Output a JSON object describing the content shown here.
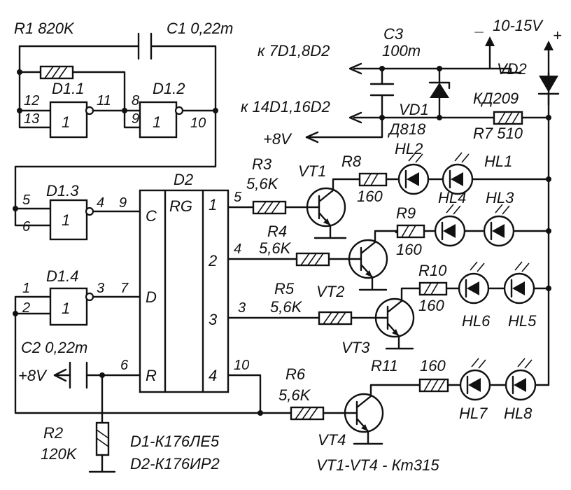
{
  "labels": {
    "r1": "R1 820K",
    "c1": "C1 0,22m",
    "d1_1": "D1.1",
    "d1_2": "D1.2",
    "d1_3": "D1.3",
    "d1_4": "D1.4",
    "gate_fn": "1",
    "d2": "D2",
    "d2_rg": "RG",
    "d2_c": "C",
    "d2_d": "D",
    "d2_r": "R",
    "c2": "C2 0,22m",
    "r2_name": "R2",
    "r2_val": "120K",
    "plus8v_left": "+8V",
    "plus8v_mid": "+8V",
    "c3": "C3",
    "c3_val": "100m",
    "to_7d1": "к 7D1,8D2",
    "to_14d1": "к 14D1,16D2",
    "vd1": "VD1",
    "vd1_type": "Д818",
    "supply": "10-15V",
    "minus": "_",
    "plus": "+",
    "vd2": "VD2",
    "vd2_type": "КД209",
    "r7": "R7 510",
    "r3": "R3",
    "r3_val": "5,6K",
    "r4": "R4",
    "r4_val": "5,6K",
    "r5": "R5",
    "r5_val": "5,6K",
    "r6": "R6",
    "r6_val": "5,6K",
    "r8": "R8",
    "r8_val": "160",
    "r9": "R9",
    "r9_val": "160",
    "r10": "R10",
    "r10_val": "160",
    "r11": "R11",
    "r11_val": "160",
    "vt1": "VT1",
    "vt2": "VT2",
    "vt3": "VT3",
    "vt4": "VT4",
    "hl1": "HL1",
    "hl2": "HL2",
    "hl3": "HL3",
    "hl4": "HL4",
    "hl5": "HL5",
    "hl6": "HL6",
    "hl7": "HL7",
    "hl8": "HL8",
    "legend_d1": "D1-К176ЛЕ5",
    "legend_d2": "D2-К176ИР2",
    "legend_vt": "VT1-VT4 - Кт315"
  },
  "pins": {
    "p12": "12",
    "p13": "13",
    "p11": "11",
    "p8": "8",
    "p9": "9",
    "p10": "10",
    "p5": "5",
    "p6": "6",
    "p4": "4",
    "p9b": "9",
    "p1": "1",
    "p2": "2",
    "p3": "3",
    "p7": "7",
    "p6r": "6",
    "q1": "1",
    "q2": "2",
    "q3": "3",
    "q4": "4",
    "q1n": "5",
    "q2n": "4",
    "q3n": "3",
    "q4n": "10"
  }
}
